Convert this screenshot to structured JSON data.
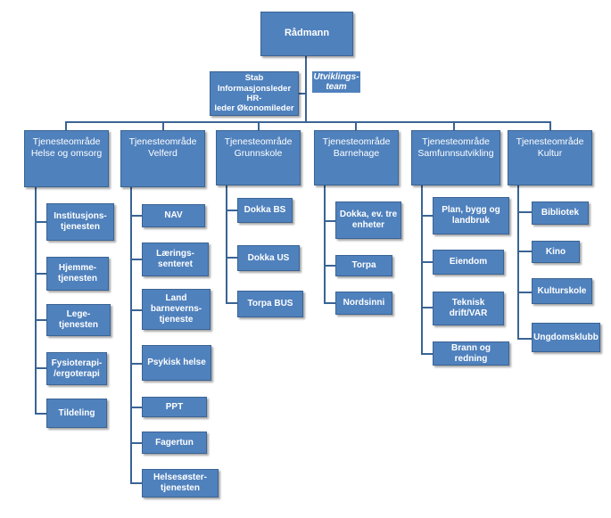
{
  "root": "Rådmann",
  "stab": "Stab\nInformasjonsleder HR-\nleder Økonomileder",
  "utvikling": "Utviklings-\nteam",
  "areas": [
    {
      "title": "Tjenesteområde\nHelse og omsorg",
      "items": [
        "Institusjons-\ntjenesten",
        "Hjemme-\ntjenesten",
        "Lege-tjenesten",
        "Fysioterapi-\n/ergoterapi",
        "Tildeling"
      ]
    },
    {
      "title": "Tjenesteområde\nVelferd",
      "items": [
        "NAV",
        "Lærings-\nsenteret",
        "Land\nbarneverns-\ntjeneste",
        "Psykisk helse",
        "PPT",
        "Fagertun",
        "Helsesøster-\ntjenesten"
      ]
    },
    {
      "title": "Tjenesteområde\nGrunnskole",
      "items": [
        "Dokka BS",
        "Dokka US",
        "Torpa BUS"
      ]
    },
    {
      "title": "Tjenesteområde\nBarnehage",
      "items": [
        "Dokka, ev. tre\nenheter",
        "Torpa",
        "Nordsinni"
      ]
    },
    {
      "title": "Tjenesteområde\nSamfunnsutvikling",
      "items": [
        "Plan, bygg og\nlandbruk",
        "Eiendom",
        "Teknisk\ndrift/VAR",
        "Brann og redning"
      ]
    },
    {
      "title": "Tjenesteområde\nKultur",
      "items": [
        "Bibliotek",
        "Kino",
        "Kulturskole",
        "Ungdomsklubb"
      ]
    }
  ]
}
